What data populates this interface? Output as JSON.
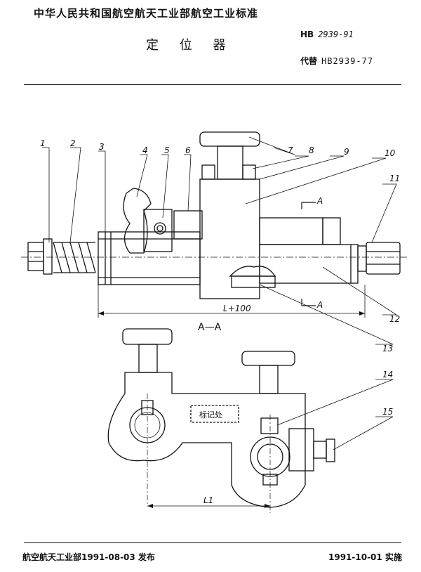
{
  "header": {
    "org_standard": "中华人民共和国航空航天工业部航空工业标准",
    "title": "定 位 器",
    "standard_label": "HB",
    "standard_number": "2939-91",
    "replaces_label": "代替",
    "replaces_number": "HB2939-77"
  },
  "drawing": {
    "part_numbers": [
      "1",
      "2",
      "3",
      "4",
      "5",
      "6",
      "7",
      "8",
      "9",
      "10",
      "11",
      "12",
      "13",
      "14",
      "15"
    ],
    "section_marker": "A",
    "section_title": "A—A",
    "dimension_length": "L+100",
    "dimension_l1": "L1",
    "mark_label": "标记处"
  },
  "footer": {
    "issued": "航空航天工业部1991-08-03  发布",
    "effective": "1991-10-01  实施"
  }
}
